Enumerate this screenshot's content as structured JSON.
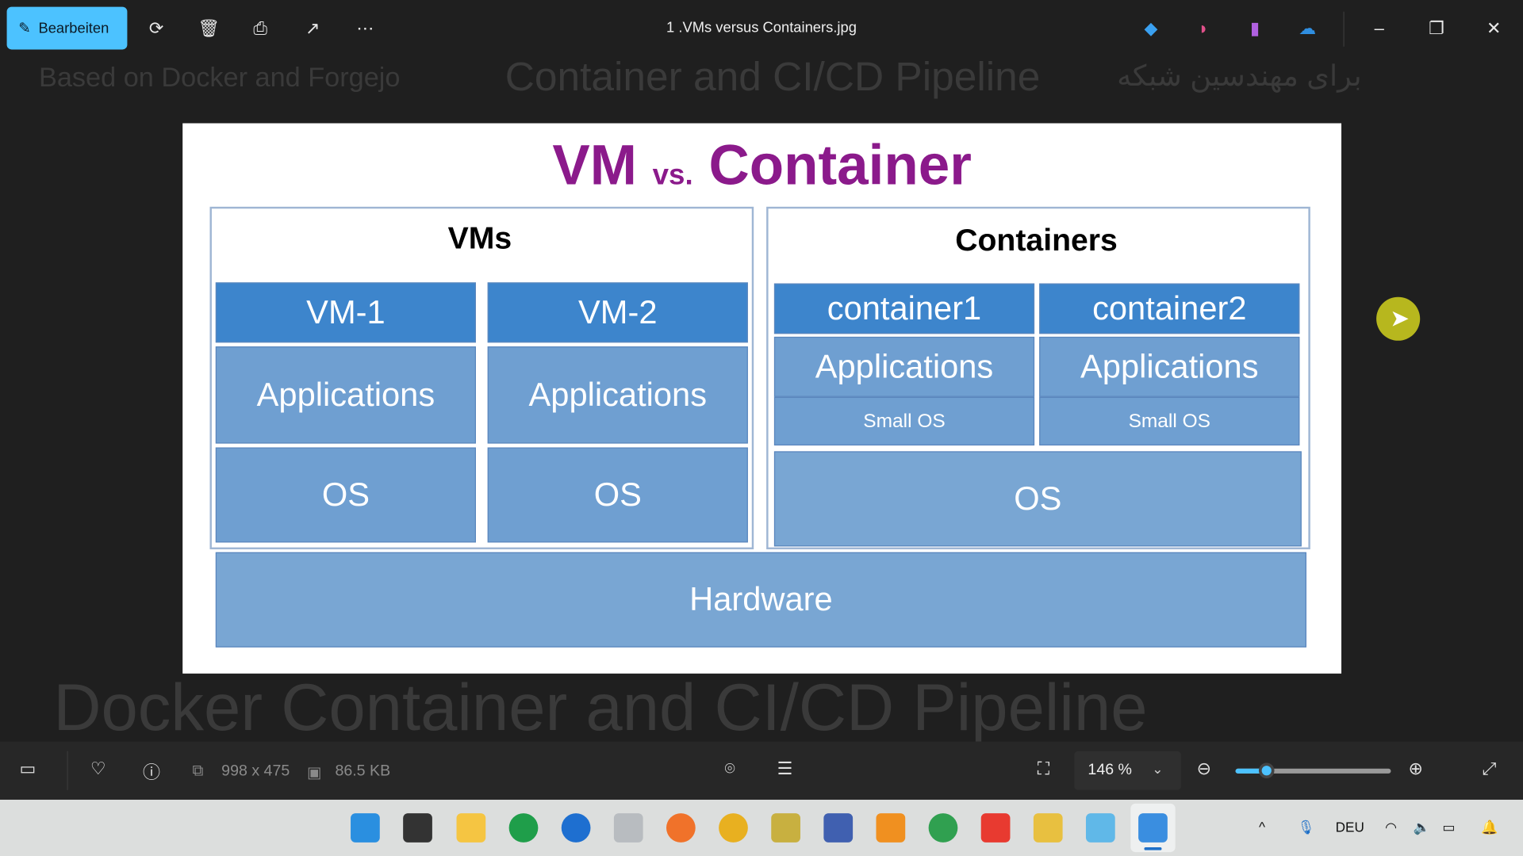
{
  "toolbar": {
    "edit_label": "Bearbeiten",
    "file_title": "1 .VMs versus Containers.jpg"
  },
  "background_text": {
    "line1": "Container and CI/CD Pipeline",
    "line2": "Based on Docker and Forgejo",
    "line3": "برای مهندسین شبکه",
    "line4": "Docker Container and CI/CD Pipeline"
  },
  "slide": {
    "title_vm": "VM",
    "title_vs": "vs.",
    "title_container": "Container",
    "vms_header": "VMs",
    "containers_header": "Containers",
    "vm1": "VM-1",
    "vm2": "VM-2",
    "apps": "Applications",
    "os": "OS",
    "c1": "container1",
    "c2": "container2",
    "small_os": "Small OS",
    "hardware": "Hardware"
  },
  "status": {
    "dimensions": "998 x 475",
    "filesize": "86.5 KB",
    "zoom": "146 %",
    "zoom_fraction": 0.2
  },
  "tray": {
    "language": "DEU"
  },
  "colors": {
    "accent": "#4cc2ff",
    "title_purple": "#8b1a8b",
    "block_dark": "#3d85cc",
    "block_light": "#6f9fd1"
  }
}
